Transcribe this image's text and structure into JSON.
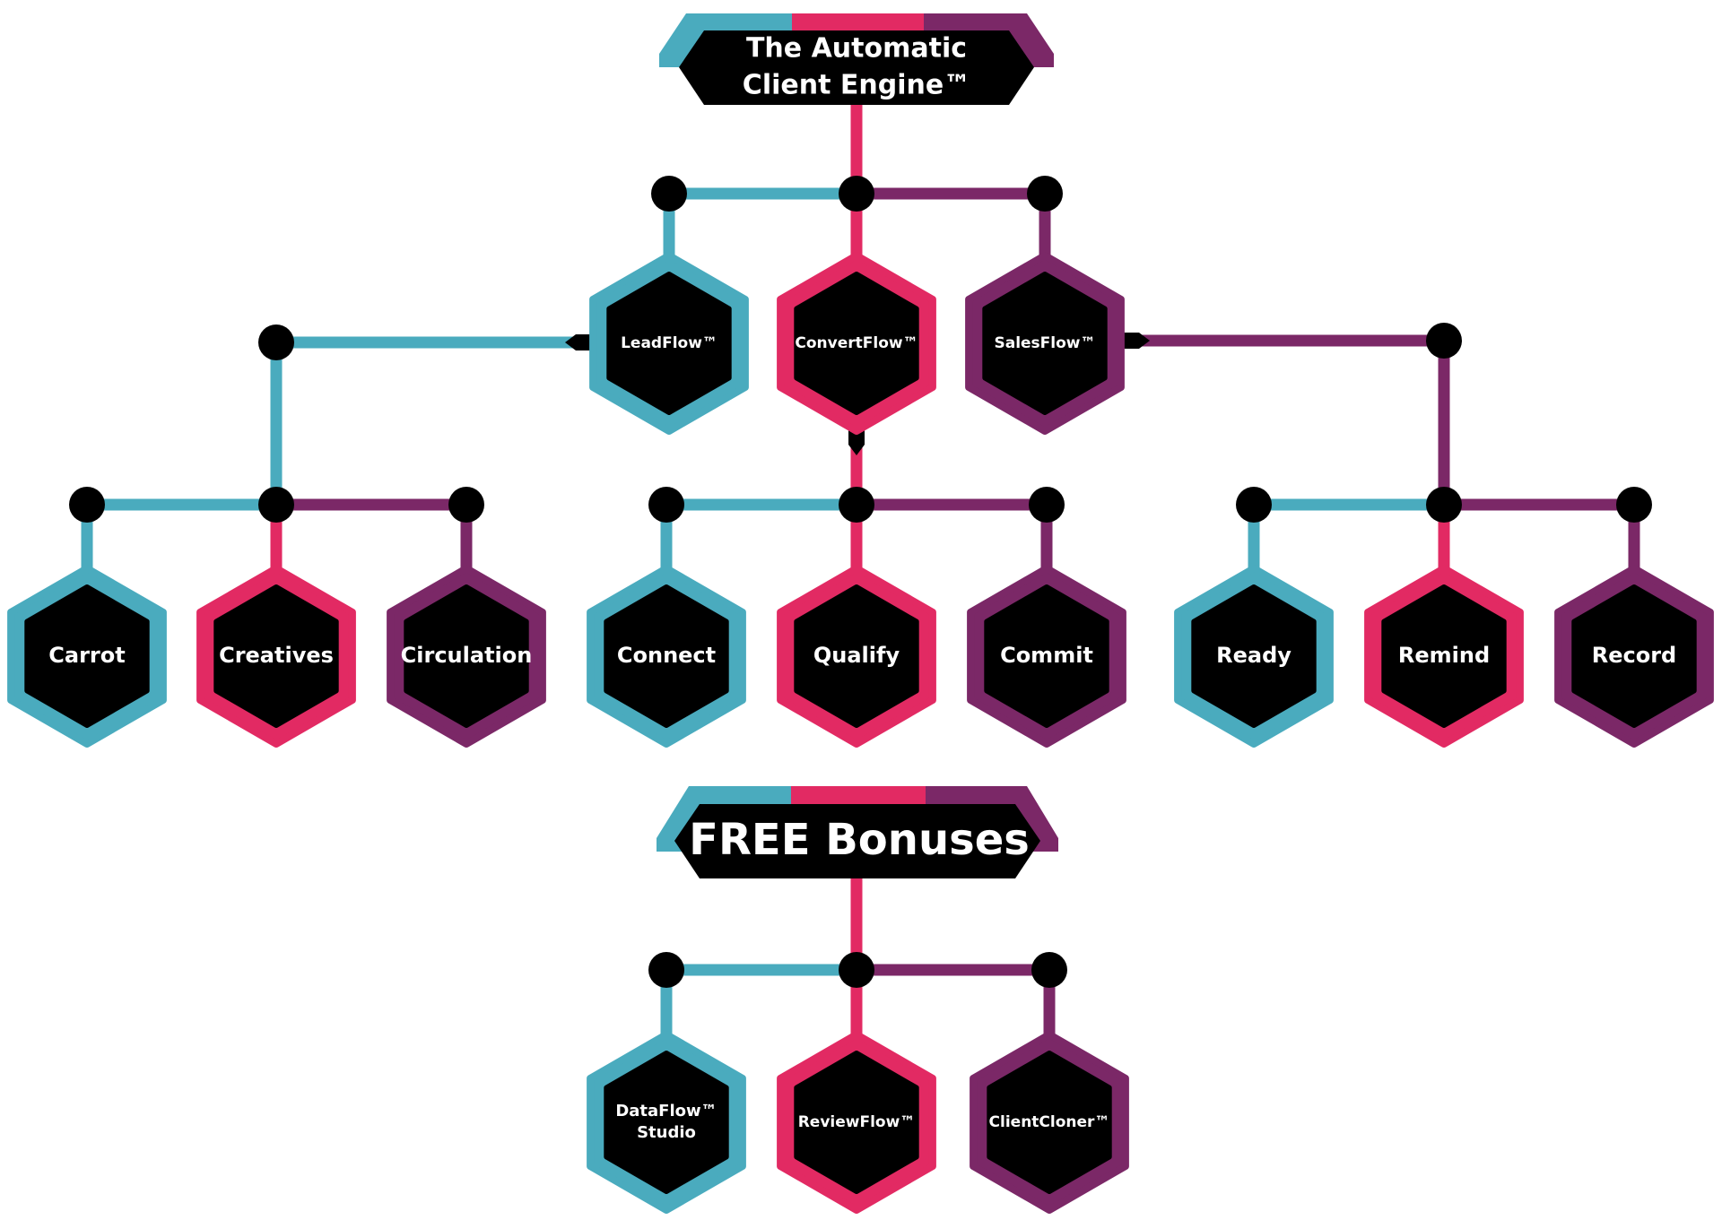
{
  "colors": {
    "teal": "#4aabbe",
    "pink": "#e22a63",
    "purple": "#7b2867",
    "node_fill": "#000000",
    "text": "#ffffff",
    "background": "#ffffff"
  },
  "banners": {
    "engine": [
      "The Automatic",
      "Client Engine™"
    ],
    "bonuses": "FREE Bonuses"
  },
  "nodes": {
    "leadflow": "LeadFlow™",
    "convertflow": "ConvertFlow™",
    "salesflow": "SalesFlow™",
    "carrot": "Carrot",
    "creatives": "Creatives",
    "circulation": "Circulation",
    "connect": "Connect",
    "qualify": "Qualify",
    "commit": "Commit",
    "ready": "Ready",
    "remind": "Remind",
    "record": "Record",
    "dataflow": [
      "DataFlow™",
      "Studio"
    ],
    "reviewflow": "ReviewFlow™",
    "clientcloner": "ClientCloner™"
  }
}
